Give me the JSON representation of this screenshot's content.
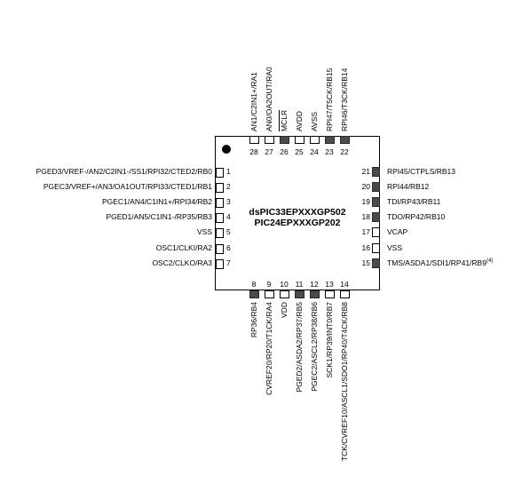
{
  "device": {
    "titles": [
      "dsPIC33EPXXXGP502",
      "PIC24EPXXXGP202"
    ]
  },
  "pins": {
    "left": [
      {
        "num": "1",
        "label": "PGED3/VREF-/AN2/C2IN1-/SS1/RPI32/CTED2/RB0",
        "dark": false
      },
      {
        "num": "2",
        "label": "PGEC3/VREF+/AN3/OA1OUT/RPI33/CTED1/RB1",
        "dark": false
      },
      {
        "num": "3",
        "label": "PGEC1/AN4/C1IN1+/RPI34/RB2",
        "dark": false
      },
      {
        "num": "4",
        "label": "PGED1/AN5/C1IN1-/RP35/RB3",
        "dark": false
      },
      {
        "num": "5",
        "label": "VSS",
        "dark": false
      },
      {
        "num": "6",
        "label": "OSC1/CLKI/RA2",
        "dark": false
      },
      {
        "num": "7",
        "label": "OSC2/CLKO/RA3",
        "dark": false
      }
    ],
    "right": [
      {
        "num": "21",
        "label": "RPI45/CTPLS/RB13",
        "dark": true
      },
      {
        "num": "20",
        "label": "RPI44/RB12",
        "dark": true
      },
      {
        "num": "19",
        "label": "TDI/RP43/RB11",
        "dark": true
      },
      {
        "num": "18",
        "label": "TDO/RP42/RB10",
        "dark": true
      },
      {
        "num": "17",
        "label": "VCAP",
        "dark": false
      },
      {
        "num": "16",
        "label": "VSS",
        "dark": false
      },
      {
        "num": "15",
        "label": "TMS/ASDA1/SDI1/RP41/RB9",
        "note": "(4)",
        "dark": true
      }
    ],
    "top": [
      {
        "num": "28",
        "label": "AN1/C2IN1+/RA1",
        "dark": false
      },
      {
        "num": "27",
        "label": "AN0/OA2OUT/RA0",
        "dark": false
      },
      {
        "num": "26",
        "label": "MCLR",
        "dark": true
      },
      {
        "num": "25",
        "label": "AVDD",
        "dark": false
      },
      {
        "num": "24",
        "label": "AVSS",
        "dark": false
      },
      {
        "num": "23",
        "label": "RPI47/T5CK/RB15",
        "dark": true
      },
      {
        "num": "22",
        "label": "RPI46/T3CK/RB14",
        "dark": true
      }
    ],
    "bottom": [
      {
        "num": "8",
        "label": "RP36/RB4",
        "dark": true
      },
      {
        "num": "9",
        "label": "CVREF20/RP20/T1CK/RA4",
        "dark": false
      },
      {
        "num": "10",
        "label": "VDD",
        "dark": false
      },
      {
        "num": "11",
        "label": "PGED2/ASDA2/RP37/RB5",
        "dark": true
      },
      {
        "num": "12",
        "label": "PGEC2/ASCL2/RP38/RB6",
        "dark": true
      },
      {
        "num": "13",
        "label": "SCK1/RP39/INT0/RB7",
        "dark": false
      },
      {
        "num": "14",
        "label": "TCK/CVREF10/ASCL1/SDO1/RP40/T4CK/RB8",
        "dark": false
      }
    ]
  }
}
